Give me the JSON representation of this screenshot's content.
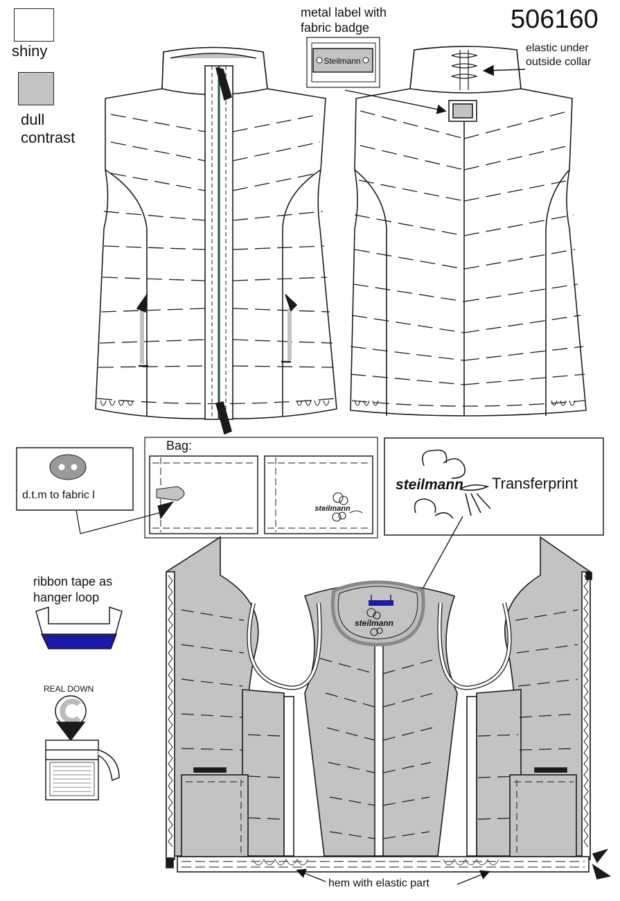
{
  "sheet": {
    "style_number": "506160"
  },
  "legend": {
    "items": [
      {
        "label": "shiny",
        "color": "#ffffff"
      },
      {
        "label": "dull contrast",
        "color": "#c3c3c3"
      }
    ]
  },
  "callouts": {
    "metal_label": "metal label with fabric badge",
    "metal_label_text": "Steilmann",
    "elastic_collar": "elastic under outside collar",
    "bag_title": "Bag:",
    "button_note": "d.t.m to fabric l",
    "transferprint": "Transferprint",
    "brand": "steilmann",
    "ribbon_tape": "ribbon tape as hanger loop",
    "real_down": "REAL  DOWN",
    "hem_elastic": "hem with elastic part"
  },
  "colors": {
    "outline": "#1a1a1a",
    "dull_fill": "#c3c3c3",
    "tape_blue": "#1a1aa8",
    "zip_green": "#1d5a3a"
  }
}
